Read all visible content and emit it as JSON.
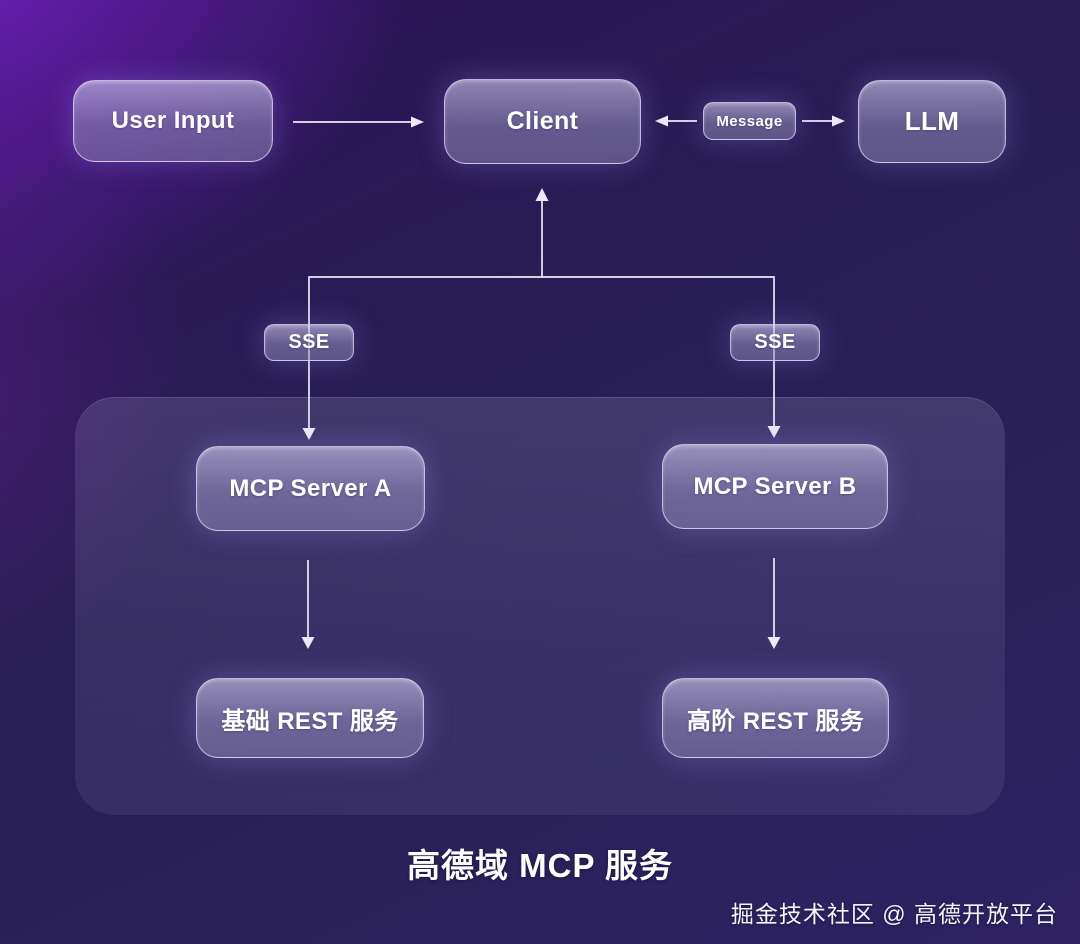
{
  "diagram": {
    "top_row": {
      "user_input": "User Input",
      "client": "Client",
      "message": "Message",
      "llm": "LLM"
    },
    "sse_left": "SSE",
    "sse_right": "SSE",
    "container": {
      "mcp_server_a": "MCP Server A",
      "mcp_server_b": "MCP Server B",
      "rest_basic": "基础 REST 服务",
      "rest_advanced": "高阶 REST 服务"
    },
    "title": "高德域 MCP 服务",
    "watermark": "掘金技术社区 @ 高德开放平台",
    "colors": {
      "background_accent": "#7c22cd",
      "background_base": "#281e55",
      "node_fill": "#938dba",
      "node_border": "#e2ddf8",
      "arrow": "#ece9f8",
      "text": "#ffffff"
    }
  }
}
